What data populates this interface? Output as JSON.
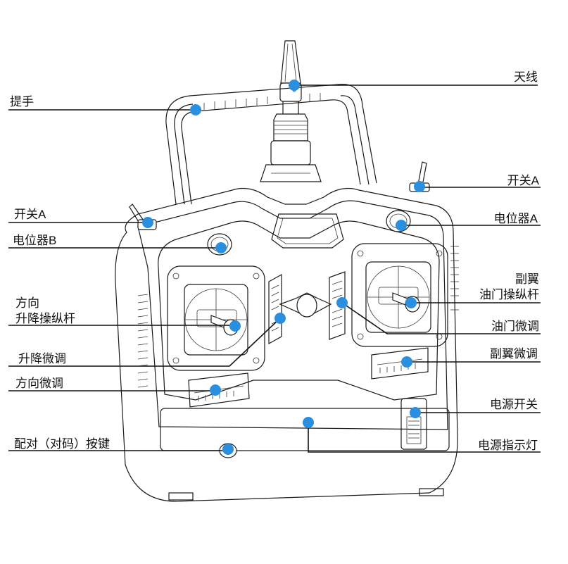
{
  "colors": {
    "marker": "#2b8fe0",
    "line": "#111111",
    "drawing": "#1a1a1a"
  },
  "labels": {
    "antenna": "天线",
    "handle": "提手",
    "switch_a_right": "开关A",
    "switch_a_left": "开关A",
    "pot_a": "电位器A",
    "pot_b": "电位器B",
    "aileron_line1": "副翼",
    "aileron_line2": "油门操纵杆",
    "rudder_line1": "方向",
    "rudder_line2": "升降操纵杆",
    "throttle_trim": "油门微调",
    "elevator_trim": "升降微调",
    "aileron_trim": "副翼微调",
    "rudder_trim": "方向微调",
    "power_switch": "电源开关",
    "bind_button": "配对（对码）按键",
    "power_led": "电源指示灯"
  }
}
